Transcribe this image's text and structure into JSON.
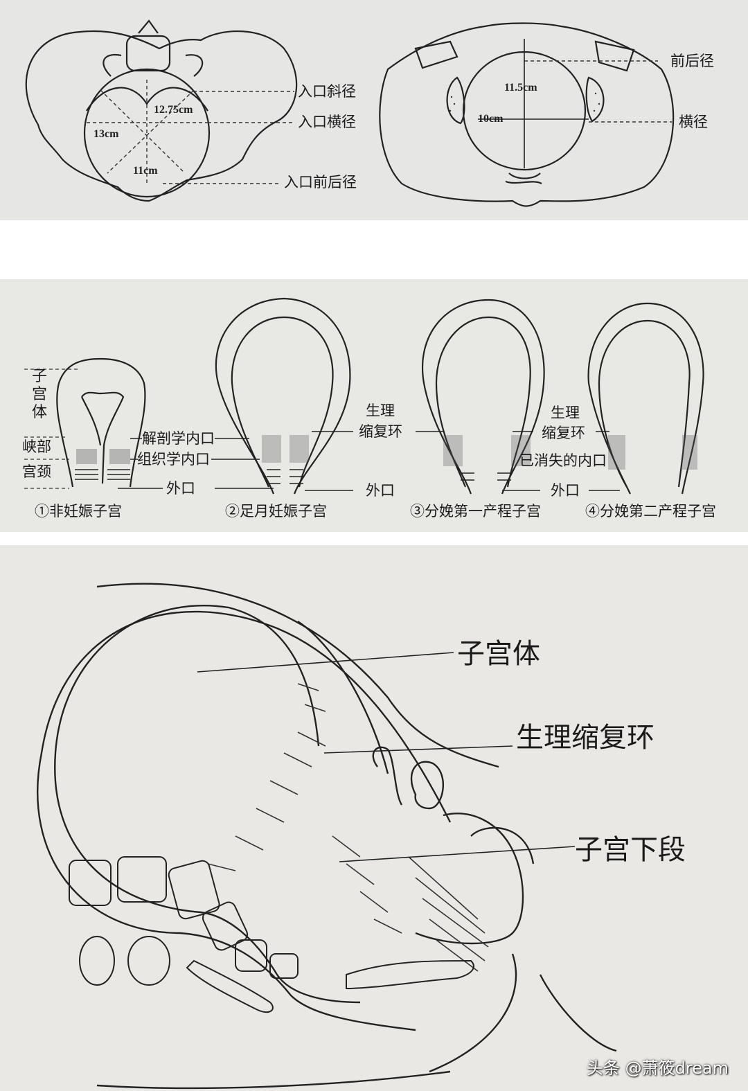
{
  "panels": {
    "pelvic_inlet": {
      "labels": {
        "oblique": "入口斜径",
        "transverse": "入口横径",
        "ap": "入口前后径"
      },
      "measurements": {
        "oblique": "12.75cm",
        "transverse": "13cm",
        "ap": "11cm"
      }
    },
    "midpelvis": {
      "labels": {
        "ap": "前后径",
        "transverse": "横径"
      },
      "measurements": {
        "ap": "11.5cm",
        "transverse": "10cm"
      }
    },
    "uterus_stages": {
      "side_labels": {
        "body_chars": [
          "子",
          "宫",
          "体"
        ],
        "isthmus": "峡部",
        "cervix": "宫颈"
      },
      "labels": {
        "anatomical_os": "解剖学内口",
        "histological_os": "组织学内口",
        "external_os": "外口",
        "physiological_1": "生理",
        "retraction_ring": "缩复环",
        "disappeared_os": "已消失的内口"
      },
      "captions": [
        "①非妊娠子宫",
        "②足月妊娠子宫",
        "③分娩第一产程子宫",
        "④分娩第二产程子宫"
      ]
    },
    "sagittal": {
      "labels": {
        "uterine_body": "子宫体",
        "retraction_ring": "生理缩复环",
        "lower_segment": "子宫下段"
      }
    }
  },
  "watermark": "头条 @萧筱dream"
}
